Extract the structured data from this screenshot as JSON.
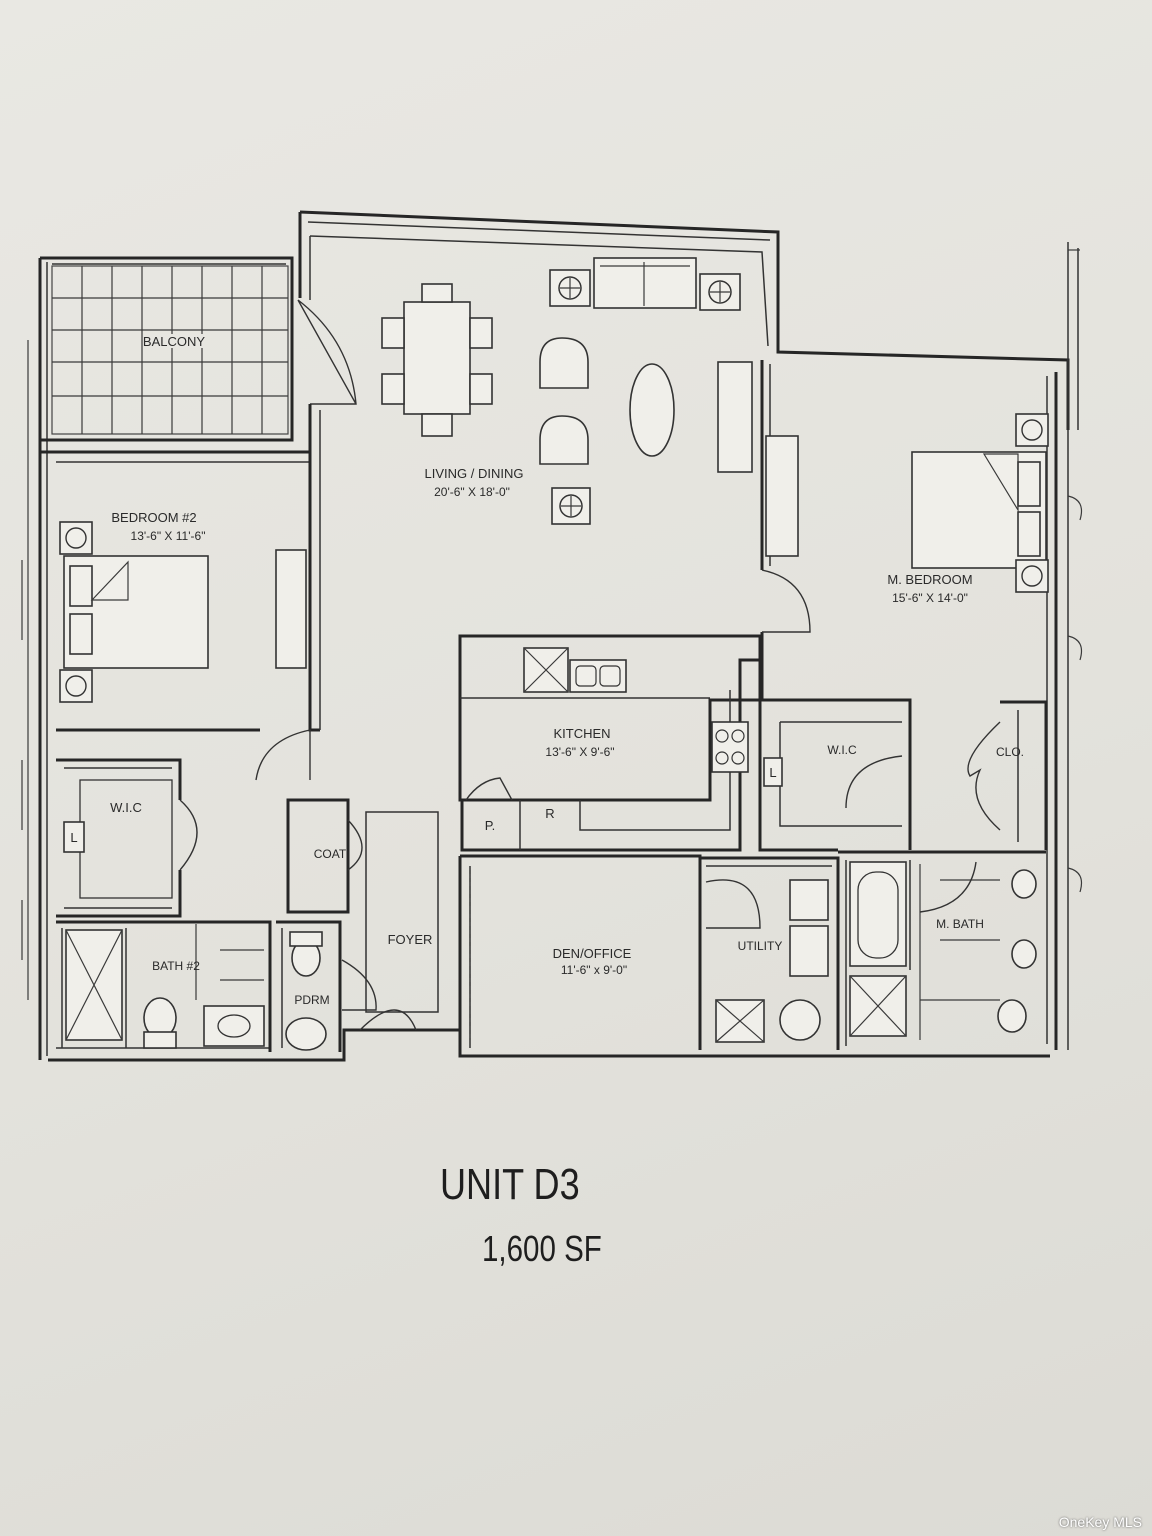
{
  "plan": {
    "rooms": {
      "balcony": "BALCONY",
      "living_dining": "LIVING / DINING",
      "living_dining_size": "20'-6\" X 18'-0\"",
      "bedroom2": "BEDROOM #2",
      "bedroom2_size": "13'-6\" X 11'-6\"",
      "master_bedroom": "M. BEDROOM",
      "master_bedroom_size": "15'-6\" X 14'-0\"",
      "kitchen": "KITCHEN",
      "kitchen_size": "13'-6\" X 9'-6\"",
      "wic_left": "W.I.C",
      "wic_right": "W.I.C",
      "closet": "CLO.",
      "coat": "COAT",
      "foyer": "FOYER",
      "bath2": "BATH #2",
      "pdrm": "PDRM",
      "den_office": "DEN/OFFICE",
      "den_office_size": "11'-6\" x 9'-0\"",
      "utility": "UTILITY",
      "master_bath": "M. BATH",
      "pantry": "P.",
      "refrigerator": "R",
      "linen_left": "L",
      "linen_right": "L"
    },
    "unit_title": "UNIT D3",
    "unit_area": "1,600 SF"
  },
  "watermark": "OneKey MLS"
}
